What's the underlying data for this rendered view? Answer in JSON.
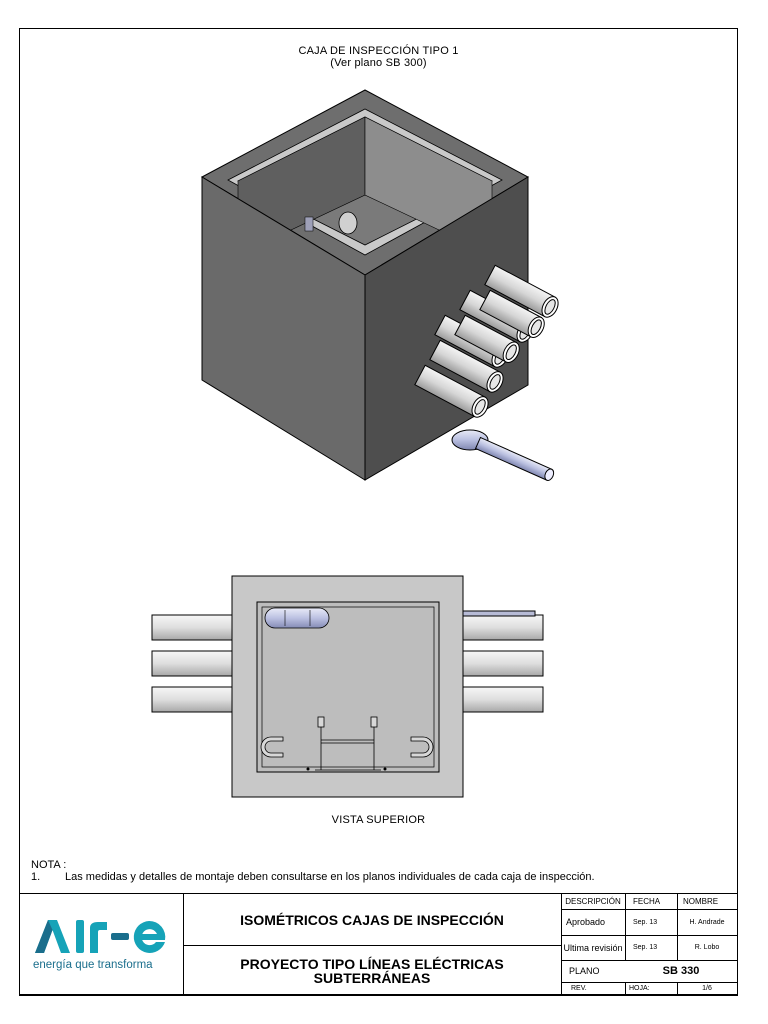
{
  "drawing": {
    "title_line1": "CAJA DE INSPECCIÓN TIPO 1",
    "title_line2": "(Ver plano SB 300)",
    "top_view_label": "VISTA SUPERIOR"
  },
  "note": {
    "heading": "NOTA :",
    "items": [
      {
        "num": "1.",
        "text": "Las medidas y detalles de montaje deben consultarse en los planos individuales de cada caja de inspección."
      }
    ]
  },
  "logo": {
    "wordmark": "AIr-e",
    "tagline": "energía que transforma",
    "colors": {
      "primary": "#16a3b8",
      "secondary": "#1a6e8c"
    }
  },
  "title_block": {
    "title_main": "ISOMÉTRICOS CAJAS DE INSPECCIÓN",
    "project_line1": "PROYECTO TIPO LÍNEAS ELÉCTRICAS",
    "project_line2": "SUBTERRÁNEAS",
    "headers": {
      "descripcion": "DESCRIPCIÓN",
      "fecha": "FECHA",
      "nombre": "NOMBRE"
    },
    "rows": [
      {
        "descripcion": "Aprobado",
        "fecha": "Sep. 13",
        "nombre": "H. Andrade"
      },
      {
        "descripcion": "Ultima revisión",
        "fecha": "Sep. 13",
        "nombre": "R. Lobo"
      }
    ],
    "plano_label": "PLANO",
    "plano_code": "SB 330",
    "rev_label": "REV.",
    "hoja_label": "HOJA:",
    "hoja_value": "1/6"
  }
}
